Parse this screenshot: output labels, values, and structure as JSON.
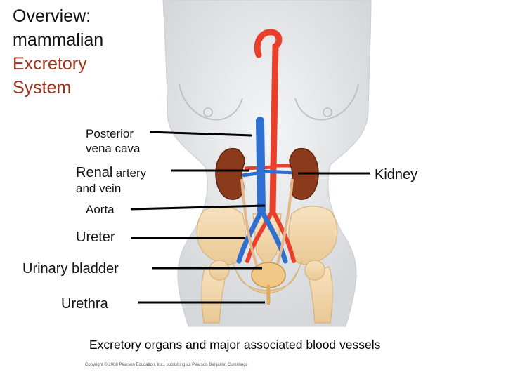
{
  "title": {
    "line1": "Overview:",
    "line2": "mammalian",
    "line3": "Excretory",
    "line4": "System"
  },
  "labels": {
    "posterior_vena_cava_1": "Posterior",
    "posterior_vena_cava_2": "vena cava",
    "renal": "Renal",
    "artery": "artery",
    "and_vein": "and vein",
    "aorta": "Aorta",
    "ureter": "Ureter",
    "urinary_bladder": "Urinary bladder",
    "urethra": "Urethra",
    "kidney": "Kidney"
  },
  "caption": "Excretory organs and major associated blood vessels",
  "copyright": "Copyright © 2008 Pearson Education, Inc., publishing as Pearson Benjamin Cummings",
  "colors": {
    "title_accent": "#a0311b",
    "artery": "#e8402a",
    "vein": "#2f6fd0",
    "kidney": "#8b3a1c",
    "bone": "#f3d9b0",
    "skin": "#e6e8ea"
  }
}
